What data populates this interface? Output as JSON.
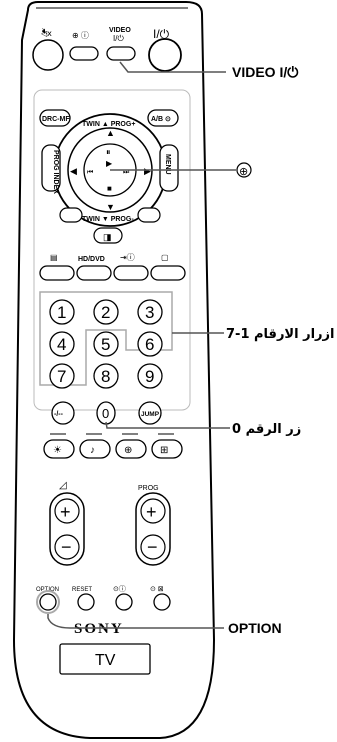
{
  "top": {
    "mute_icon": "speaker-mute-icon",
    "video_small_label": "VIDEO",
    "video_small_sym": "I/⏻",
    "power_label": "I/⏻"
  },
  "row2": {
    "drc_label": "DRC-MF",
    "ab_label": "A/B ⊙"
  },
  "dpad": {
    "twin_prog_top": "TWIN ▲ PROG+",
    "twin_prog_bottom": "TWIN ▼ PROG-",
    "prog_index": "PROG INDEX",
    "menu": "MENU"
  },
  "color_row": {
    "hd_dvd_label": "HD/DVD"
  },
  "digits": [
    "1",
    "2",
    "3",
    "4",
    "5",
    "6",
    "7",
    "8",
    "9"
  ],
  "row_extra": {
    "dash_label": "-/--",
    "zero_label": "0",
    "jump_label": "JUMP"
  },
  "bottom": {
    "prog_label": "PROG",
    "option_label": "OPTION",
    "reset_label": "RESET",
    "brand": "SONY",
    "tv_label": "TV"
  },
  "callouts": {
    "video": "VIDEO I/⏻",
    "center_symbol": "⊕",
    "digits_1_7": "ازرار الارقام 1-7",
    "digit_0": "زر الرقم 0",
    "option": "OPTION"
  }
}
